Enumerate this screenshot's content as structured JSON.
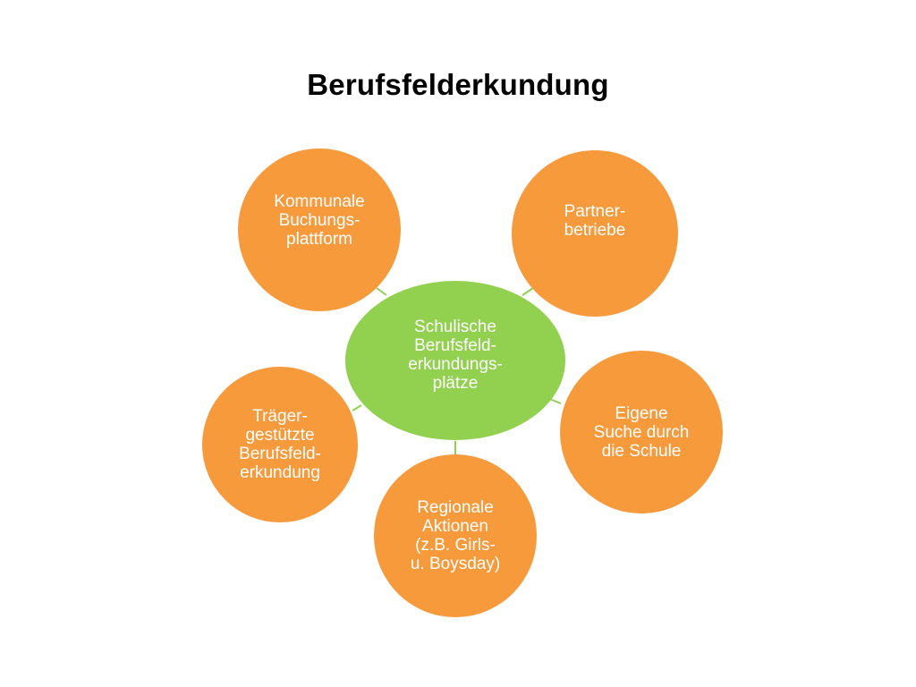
{
  "diagram": {
    "title": "Berufsfelderkundung",
    "center": {
      "label": "Schulische\nBerufsfeld-\nerkundungs-\nplätze"
    },
    "nodes": {
      "kommunale": "Kommunale\nBuchungs-\nplattform",
      "partner": "Partner-\nbetriebe",
      "eigene": "Eigene\nSuche durch\ndie Schule",
      "regionale": "Regionale\nAktionen\n(z.B. Girls-\nu. Boysday)",
      "traeger": "Träger-\ngestützte\nBerufsfeld-\nerkundung"
    },
    "colors": {
      "center_fill": "#92d050",
      "outer_fill": "#f79a3c",
      "connector": "#92d050",
      "text": "#ffffff",
      "title": "#000000"
    }
  }
}
